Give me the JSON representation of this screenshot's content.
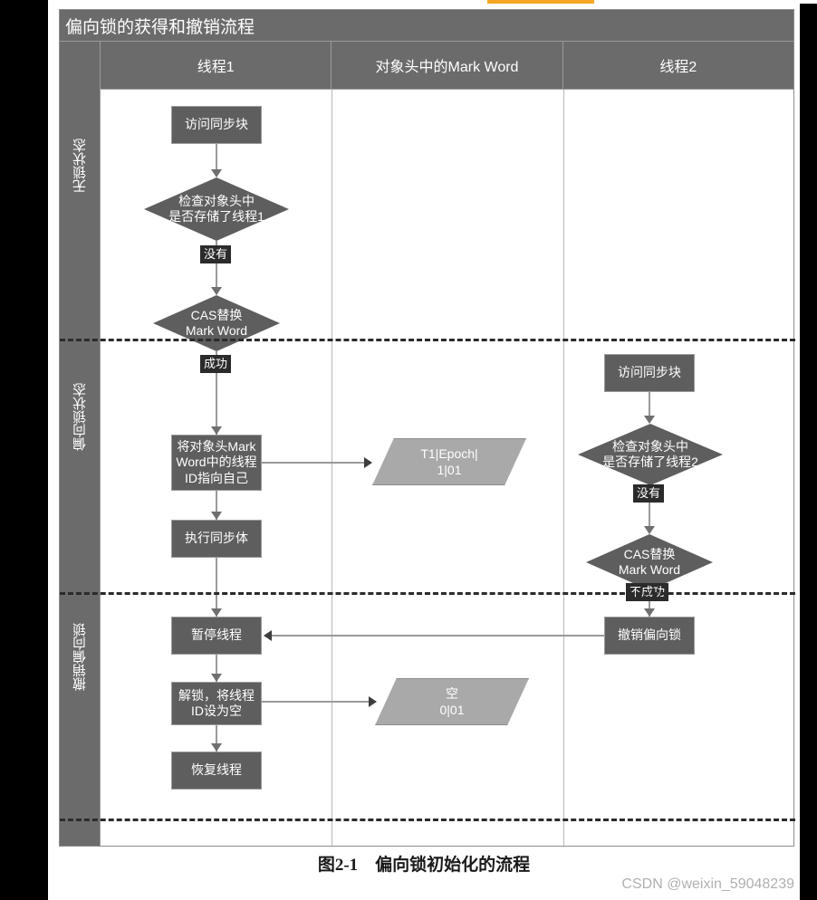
{
  "colors": {
    "node_fill": "#5e5e5e",
    "header_fill": "#6b6b6b",
    "parallelogram_fill": "#a9a9a9",
    "edge_label_fill": "#2b2b2b",
    "connector": "#9a9a9a",
    "accent_yellow": "#f5a623",
    "page_bg": "#ffffff",
    "margin_bg": "#000000"
  },
  "diagram": {
    "title": "偏向锁的获得和撤销流程",
    "columns": [
      {
        "id": "thread1",
        "label": "线程1"
      },
      {
        "id": "markword",
        "label": "对象头中的Mark Word"
      },
      {
        "id": "thread2",
        "label": "线程2"
      }
    ],
    "lanes": [
      {
        "id": "lane-unlocked",
        "label": "无锁状态"
      },
      {
        "id": "lane-biased",
        "label": "偏向锁状态"
      },
      {
        "id": "lane-revoke",
        "label": "撤销偏向锁"
      }
    ],
    "nodes": {
      "t1_access": {
        "text": "访问同步块",
        "shape": "process"
      },
      "t1_check": {
        "text": "检查对象头中\n是否存储了线程1",
        "shape": "decision"
      },
      "t1_cas": {
        "text": "CAS替换\nMark Word",
        "shape": "decision"
      },
      "t1_point_self": {
        "text": "将对象头Mark\nWord中的线程\nID指向自己",
        "shape": "process"
      },
      "t1_exec": {
        "text": "执行同步体",
        "shape": "process"
      },
      "t1_pause": {
        "text": "暂停线程",
        "shape": "process"
      },
      "t1_unlock": {
        "text": "解锁，将线程\nID设为空",
        "shape": "process"
      },
      "t1_resume": {
        "text": "恢复线程",
        "shape": "process"
      },
      "mw_biased": {
        "text": "T1|Epoch|\n1|01",
        "shape": "data"
      },
      "mw_empty": {
        "text": "空\n0|01",
        "shape": "data"
      },
      "t2_access": {
        "text": "访问同步块",
        "shape": "process"
      },
      "t2_check": {
        "text": "检查对象头中\n是否存储了线程2",
        "shape": "decision"
      },
      "t2_cas": {
        "text": "CAS替换\nMark Word",
        "shape": "decision"
      },
      "t2_revoke": {
        "text": "撤销偏向锁",
        "shape": "process"
      }
    },
    "edge_labels": {
      "t1_none": "没有",
      "t1_success": "成功",
      "t2_none": "没有",
      "t2_fail": "不成功"
    }
  },
  "caption": {
    "figure_number": "图2-1",
    "text": "偏向锁初始化的流程"
  },
  "watermark": "CSDN @weixin_59048239"
}
